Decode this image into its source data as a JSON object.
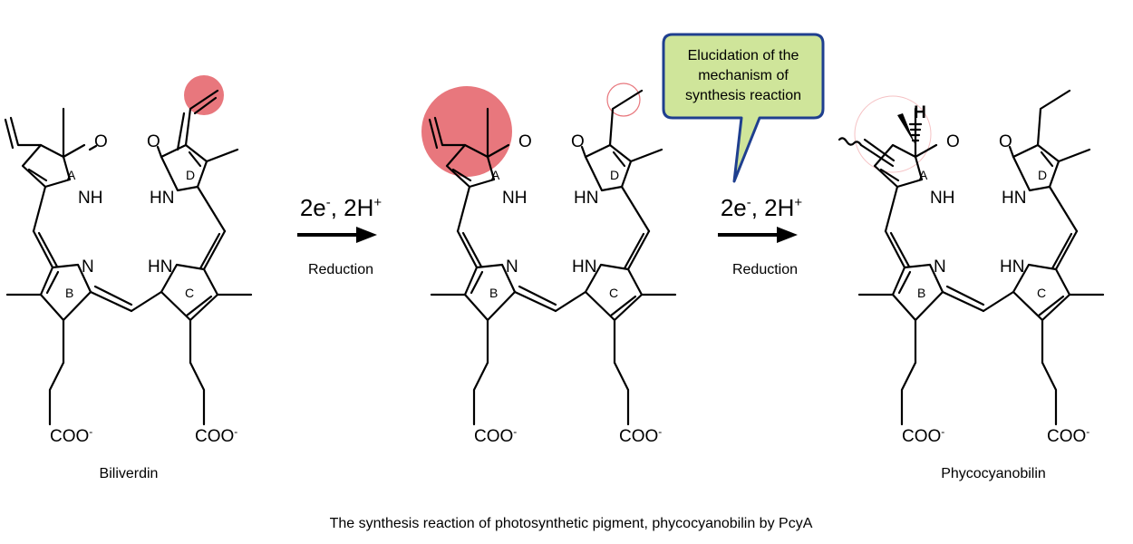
{
  "reaction": {
    "step1": {
      "electrons": "2e",
      "electrons_sup": "-",
      "protons": ", 2H",
      "protons_sup": "+",
      "label": "Reduction"
    },
    "step2": {
      "electrons": "2e",
      "electrons_sup": "-",
      "protons": ", 2H",
      "protons_sup": "+",
      "label": "Reduction"
    }
  },
  "molecules": {
    "left": {
      "name": "Biliverdin"
    },
    "right": {
      "name": "Phycocyanobilin"
    }
  },
  "atoms": {
    "nh": "NH",
    "hn": "HN",
    "n": "N",
    "o": "O",
    "h": "H",
    "coo": "COO",
    "minus": "-"
  },
  "rings": {
    "a": "A",
    "b": "B",
    "c": "C",
    "d": "D"
  },
  "callout": {
    "lines": [
      "Elucidation of the",
      "mechanism of",
      "synthesis reaction"
    ],
    "fill": "#cfe59a",
    "border": "#1f3f8f"
  },
  "highlight_color": "#e8777d",
  "caption": "The synthesis reaction of photosynthetic pigment, phycocyanobilin by PcyA"
}
